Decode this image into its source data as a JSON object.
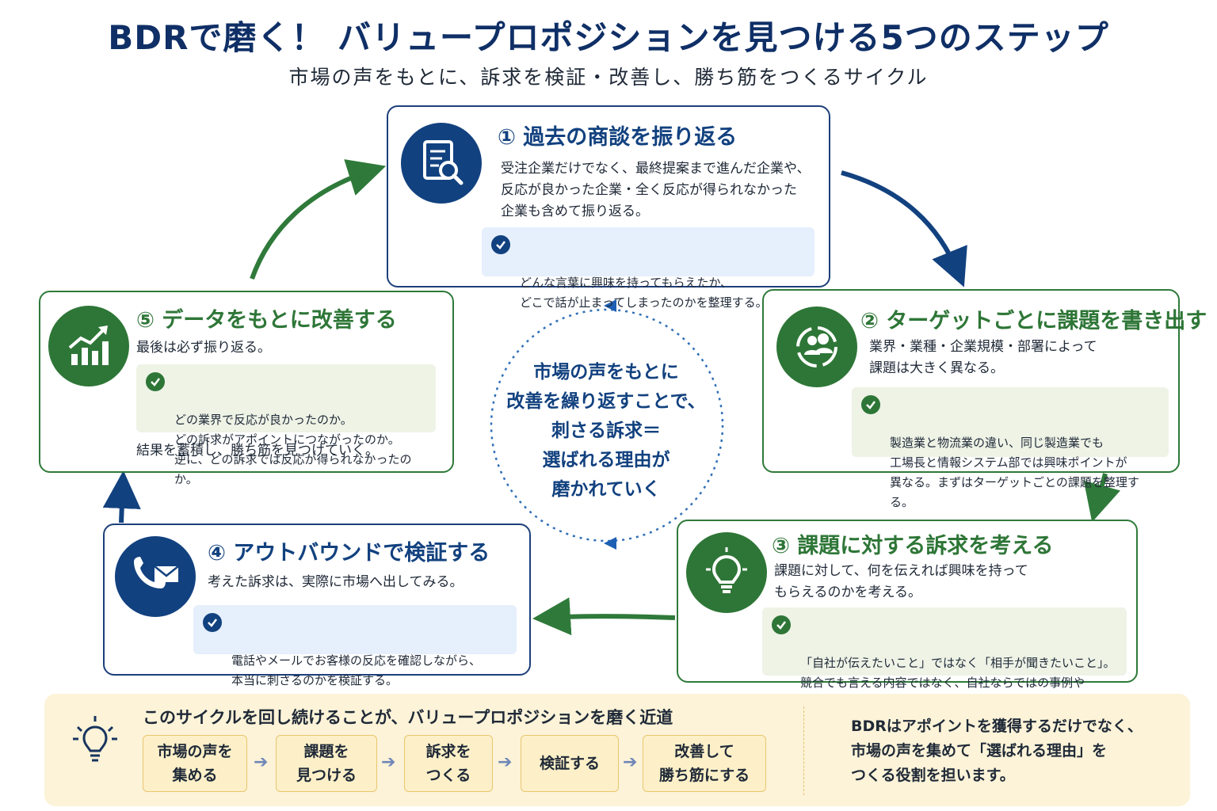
{
  "header": {
    "title": "BDRで磨く！ バリュープロポジションを見つける5つのステップ",
    "subtitle": "市場の声をもとに、訴求を検証・改善し、勝ち筋をつくるサイクル"
  },
  "steps": [
    {
      "title": "① 過去の商談を振り返る",
      "text": "受注企業だけでなく、最終提案まで進んだ企業や、\n反応が良かった企業・全く反応が得られなかった\n企業も含めて振り返る。",
      "check": "どんな言葉に興味を持ってもらえたか、\nどこで話が止まってしまったのかを整理する。",
      "icon": "document-search-icon",
      "color": "#12417f"
    },
    {
      "title": "② ターゲットごとに課題を書き出す",
      "text": "業界・業種・企業規模・部署によって\n課題は大きく異なる。",
      "check": "製造業と物流業の違い、同じ製造業でも\n工場長と情報システム部では興味ポイントが\n異なる。まずはターゲットごとの課題を整理する。",
      "icon": "target-people-icon",
      "color": "#2e7637"
    },
    {
      "title": "③ 課題に対する訴求を考える",
      "text": "課題に対して、何を伝えれば興味を持って\nもらえるのかを考える。",
      "check": "「自社が伝えたいこと」ではなく「相手が聞きたいこと」。\n競合でも言える内容ではなく、自社ならではの事例や\n強み、不安を解消できるメッセージを考える。",
      "icon": "lightbulb-icon",
      "color": "#2e7637"
    },
    {
      "title": "④ アウトバウンドで検証する",
      "text": "考えた訴求は、実際に市場へ出してみる。",
      "check": "電話やメールでお客様の反応を確認しながら、\n本当に刺さるのかを検証する。",
      "icon": "phone-mail-icon",
      "color": "#12417f"
    },
    {
      "title": "⑤ データをもとに改善する",
      "text": "最後は必ず振り返る。",
      "check": "どの業界で反応が良かったのか。\nどの訴求がアポイントにつながったのか。\n逆に、どの訴求では反応が得られなかったのか。",
      "after": "結果を蓄積し、勝ち筋を見つけていく。",
      "icon": "growth-chart-icon",
      "color": "#2e7637"
    }
  ],
  "center": {
    "text": "市場の声をもとに\n改善を繰り返すことで、\n刺さる訴求＝\n選ばれる理由が\n磨かれていく"
  },
  "bottom": {
    "title": "このサイクルを回し続けることが、バリュープロポジションを磨く近道",
    "flow": [
      "市場の声を\n集める",
      "課題を\n見つける",
      "訴求を\nつくる",
      "検証する",
      "改善して\n勝ち筋にする"
    ],
    "note": "BDRはアポイントを獲得するだけでなく、\n市場の声を集めて「選ばれる理由」を\nつくる役割を担います。",
    "icon": "lightbulb-icon"
  }
}
